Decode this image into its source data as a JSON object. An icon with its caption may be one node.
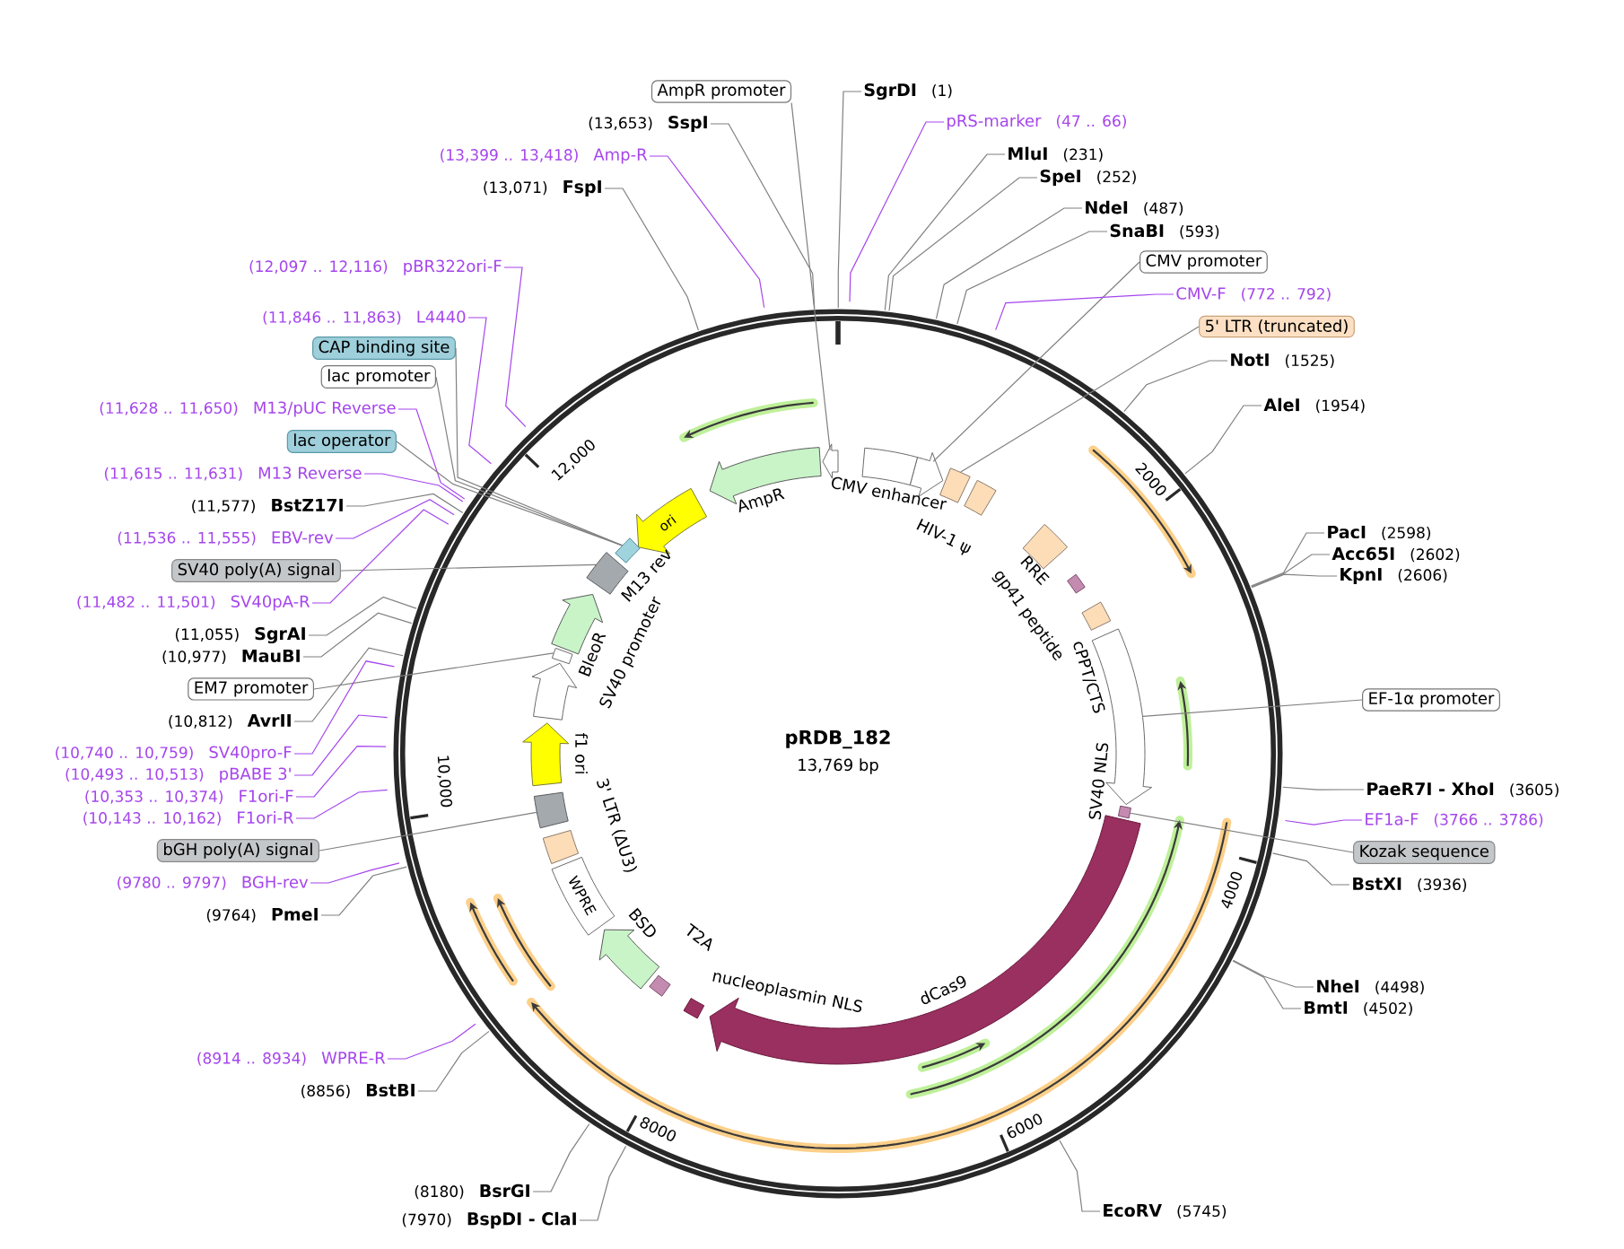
{
  "diagram": {
    "title": "pRDB_182",
    "nodes": [
      {
        "text": [
          "AmpR promoter"
        ]
      },
      {
        "text": [
          "SgrDI",
          "(1)"
        ]
      },
      {
        "text": [
          "(13,653)",
          "SspI"
        ]
      },
      {
        "text": [
          "pRS-marker",
          "(47 .. 66)"
        ]
      },
      {
        "text": [
          "(13,399 .. 13,418)",
          "Amp-R"
        ]
      },
      {
        "text": [
          "MluI",
          "(231)"
        ]
      },
      {
        "text": [
          "SpeI",
          "(252)"
        ]
      },
      {
        "text": [
          "(13,071)",
          "FspI"
        ]
      },
      {
        "text": [
          "NdeI",
          "(487)"
        ]
      },
      {
        "text": [
          "SnaBI",
          "(593)"
        ]
      },
      {
        "text": [
          "CMV promoter"
        ]
      },
      {
        "text": [
          "CMV-F",
          "(772 .. 792)"
        ]
      },
      {
        "text": [
          "5' LTR (truncated)"
        ]
      },
      {
        "text": [
          "NotI",
          "(1525)"
        ]
      },
      {
        "text": [
          "AleI",
          "(1954)"
        ]
      },
      {
        "text": [
          "PacI",
          "(2598)"
        ]
      },
      {
        "text": [
          "Acc65I",
          "(2602)"
        ]
      },
      {
        "text": [
          "KpnI",
          "(2606)"
        ]
      },
      {
        "text": [
          "EF-1α promoter"
        ]
      },
      {
        "text": [
          "PaeR7I - XhoI",
          "(3605)"
        ]
      },
      {
        "text": [
          "EF1a-F",
          "(3766 .. 3786)"
        ]
      },
      {
        "text": [
          "Kozak sequence"
        ]
      },
      {
        "text": [
          "BstXI",
          "(3936)"
        ]
      },
      {
        "text": [
          "NheI",
          "(4498)"
        ]
      },
      {
        "text": [
          "BmtI",
          "(4502)"
        ]
      },
      {
        "text": [
          "(12,097 .. 12,116)",
          "pBR322ori-F"
        ]
      },
      {
        "text": [
          "(11,846 .. 11,863)",
          "L4440"
        ]
      },
      {
        "text": [
          "CAP binding site"
        ]
      },
      {
        "text": [
          "lac promoter"
        ]
      },
      {
        "text": [
          "(11,628 .. 11,650)",
          "M13/pUC Reverse"
        ]
      },
      {
        "text": [
          "lac operator"
        ]
      },
      {
        "text": [
          "(11,615 .. 11,631)",
          "M13 Reverse"
        ]
      },
      {
        "text": [
          "(11,577)",
          "BstZ17I"
        ]
      },
      {
        "text": [
          "(11,536 .. 11,555)",
          "EBV-rev"
        ]
      },
      {
        "text": [
          "SV40 poly(A) signal"
        ]
      },
      {
        "text": [
          "(11,482 .. 11,501)",
          "SV40pA-R"
        ]
      },
      {
        "text": [
          "(11,055)",
          "SgrAI"
        ]
      },
      {
        "text": [
          "(10,977)",
          "MauBI"
        ]
      },
      {
        "text": [
          "EM7 promoter"
        ]
      },
      {
        "text": [
          "(10,812)",
          "AvrII"
        ]
      },
      {
        "text": [
          "(10,740 .. 10,759)",
          "SV40pro-F"
        ]
      },
      {
        "text": [
          "(10,493 .. 10,513)",
          "pBABE 3'"
        ]
      },
      {
        "text": [
          "(10,353 .. 10,374)",
          "F1ori-F"
        ]
      },
      {
        "text": [
          "(10,143 .. 10,162)",
          "F1ori-R"
        ]
      },
      {
        "text": [
          "bGH poly(A) signal"
        ]
      },
      {
        "text": [
          "(9780 .. 9797)",
          "BGH-rev"
        ]
      },
      {
        "text": [
          "(9764)",
          "PmeI"
        ]
      },
      {
        "text": [
          "(8914 .. 8934)",
          "WPRE-R"
        ]
      },
      {
        "text": [
          "(8856)",
          "BstBI"
        ]
      },
      {
        "text": [
          "(8180)",
          "BsrGI"
        ]
      },
      {
        "text": [
          "(7970)",
          "BspDI - ClaI"
        ]
      },
      {
        "text": [
          "EcoRV",
          "(5745)"
        ]
      },
      {
        "text": [
          "ori"
        ]
      },
      {
        "text": [
          "WPRE"
        ]
      },
      {
        "text": [],
        "shape": "arrow"
      },
      {
        "text": [],
        "shape": "arrow"
      },
      {
        "text": [],
        "shape": "box"
      },
      {
        "text": [],
        "shape": "arrow"
      },
      {
        "text": [],
        "shape": "box"
      },
      {
        "text": [],
        "shape": "box"
      },
      {
        "text": [],
        "shape": "box"
      },
      {
        "text": [],
        "shape": "box"
      },
      {
        "text": [],
        "shape": "box",
        "beside": [
          "M13 rev"
        ]
      },
      {
        "text": [],
        "shape": "arrow",
        "beside": [
          "AmpR"
        ]
      },
      {
        "text": [],
        "shape": "box",
        "beside": [
          "CMV enhancer"
        ]
      },
      {
        "text": [],
        "shape": "box",
        "beside": [
          "HIV-1 ψ"
        ]
      },
      {
        "text": [],
        "shape": "box",
        "beside": [
          "RRE"
        ]
      },
      {
        "text": [],
        "shape": "box",
        "beside": [
          "gp41 peptide"
        ]
      },
      {
        "text": [],
        "shape": "box"
      },
      {
        "text": [],
        "shape": "arrow",
        "beside": [
          "dCas9"
        ]
      },
      {
        "text": [],
        "shape": "box",
        "beside": [
          "nucleoplasmin NLS"
        ]
      },
      {
        "text": [],
        "shape": "box"
      },
      {
        "text": [],
        "shape": "arrow",
        "beside": [
          "BSD"
        ]
      },
      {
        "text": [],
        "shape": "box"
      },
      {
        "text": [],
        "shape": "arrow",
        "beside": [
          "f1 ori"
        ]
      },
      {
        "text": [],
        "shape": "arrow"
      },
      {
        "text": [],
        "shape": "arrow",
        "beside": [
          "BleoR"
        ]
      }
    ],
    "edges": [
      {
        "from": 0,
        "to": 54,
        "arrow": "none"
      },
      {
        "from": 1,
        "to": null,
        "arrow": "none"
      },
      {
        "from": 2,
        "to": null,
        "arrow": "none"
      },
      {
        "from": 3,
        "to": null,
        "arrow": "none",
        "color": "#a545ec"
      },
      {
        "from": 4,
        "to": null,
        "arrow": "none",
        "color": "#a545ec"
      },
      {
        "from": 5,
        "to": null,
        "arrow": "none"
      },
      {
        "from": 6,
        "to": null,
        "arrow": "none"
      },
      {
        "from": 7,
        "to": null,
        "arrow": "none"
      },
      {
        "from": 8,
        "to": null,
        "arrow": "none"
      },
      {
        "from": 9,
        "to": null,
        "arrow": "none"
      },
      {
        "from": 10,
        "to": 55,
        "arrow": "none"
      },
      {
        "from": 11,
        "to": null,
        "arrow": "none",
        "color": "#a545ec"
      },
      {
        "from": 12,
        "to": 56,
        "arrow": "none"
      },
      {
        "from": 13,
        "to": null,
        "arrow": "none"
      },
      {
        "from": 14,
        "to": null,
        "arrow": "none"
      },
      {
        "from": 15,
        "to": null,
        "arrow": "none"
      },
      {
        "from": 16,
        "to": null,
        "arrow": "none"
      },
      {
        "from": 17,
        "to": null,
        "arrow": "none"
      },
      {
        "from": 18,
        "to": 57,
        "arrow": "none"
      },
      {
        "from": 19,
        "to": null,
        "arrow": "none"
      },
      {
        "from": 20,
        "to": null,
        "arrow": "none",
        "color": "#a545ec"
      },
      {
        "from": 21,
        "to": 58,
        "arrow": "none"
      },
      {
        "from": 22,
        "to": null,
        "arrow": "none"
      },
      {
        "from": 23,
        "to": null,
        "arrow": "none"
      },
      {
        "from": 24,
        "to": null,
        "arrow": "none"
      },
      {
        "from": 25,
        "to": null,
        "arrow": "none",
        "color": "#a545ec"
      },
      {
        "from": 26,
        "to": null,
        "arrow": "none",
        "color": "#a545ec"
      },
      {
        "from": 27,
        "to": 62,
        "arrow": "none"
      },
      {
        "from": 28,
        "to": 62,
        "arrow": "none"
      },
      {
        "from": 29,
        "to": null,
        "arrow": "none",
        "color": "#a545ec"
      },
      {
        "from": 30,
        "to": 62,
        "arrow": "none"
      },
      {
        "from": 31,
        "to": null,
        "arrow": "none",
        "color": "#a545ec"
      },
      {
        "from": 32,
        "to": null,
        "arrow": "none"
      },
      {
        "from": 33,
        "to": null,
        "arrow": "none",
        "color": "#a545ec"
      },
      {
        "from": 34,
        "to": 59,
        "arrow": "none"
      },
      {
        "from": 35,
        "to": null,
        "arrow": "none",
        "color": "#a545ec"
      },
      {
        "from": 36,
        "to": null,
        "arrow": "none"
      },
      {
        "from": 37,
        "to": null,
        "arrow": "none"
      },
      {
        "from": 38,
        "to": 60,
        "arrow": "none"
      },
      {
        "from": 39,
        "to": null,
        "arrow": "none"
      },
      {
        "from": 40,
        "to": null,
        "arrow": "none",
        "color": "#a545ec"
      },
      {
        "from": 41,
        "to": null,
        "arrow": "none",
        "color": "#a545ec"
      },
      {
        "from": 42,
        "to": null,
        "arrow": "none",
        "color": "#a545ec"
      },
      {
        "from": 43,
        "to": null,
        "arrow": "none",
        "color": "#a545ec"
      },
      {
        "from": 44,
        "to": 61,
        "arrow": "none"
      },
      {
        "from": 45,
        "to": null,
        "arrow": "none",
        "color": "#a545ec"
      },
      {
        "from": 46,
        "to": null,
        "arrow": "none"
      },
      {
        "from": 47,
        "to": null,
        "arrow": "none",
        "color": "#a545ec"
      },
      {
        "from": 48,
        "to": null,
        "arrow": "none"
      },
      {
        "from": 49,
        "to": null,
        "arrow": "none"
      },
      {
        "from": 50,
        "to": null,
        "arrow": "none"
      },
      {
        "from": 51,
        "to": null,
        "arrow": "none"
      }
    ],
    "labels": [
      "13,769 bp",
      "2000",
      "4000",
      "6000",
      "8000",
      "10,000",
      "12,000",
      "cPPT/CTS",
      "SV40 NLS",
      "T2A",
      "3' LTR (ΔU3)",
      "SV40 promoter"
    ]
  }
}
